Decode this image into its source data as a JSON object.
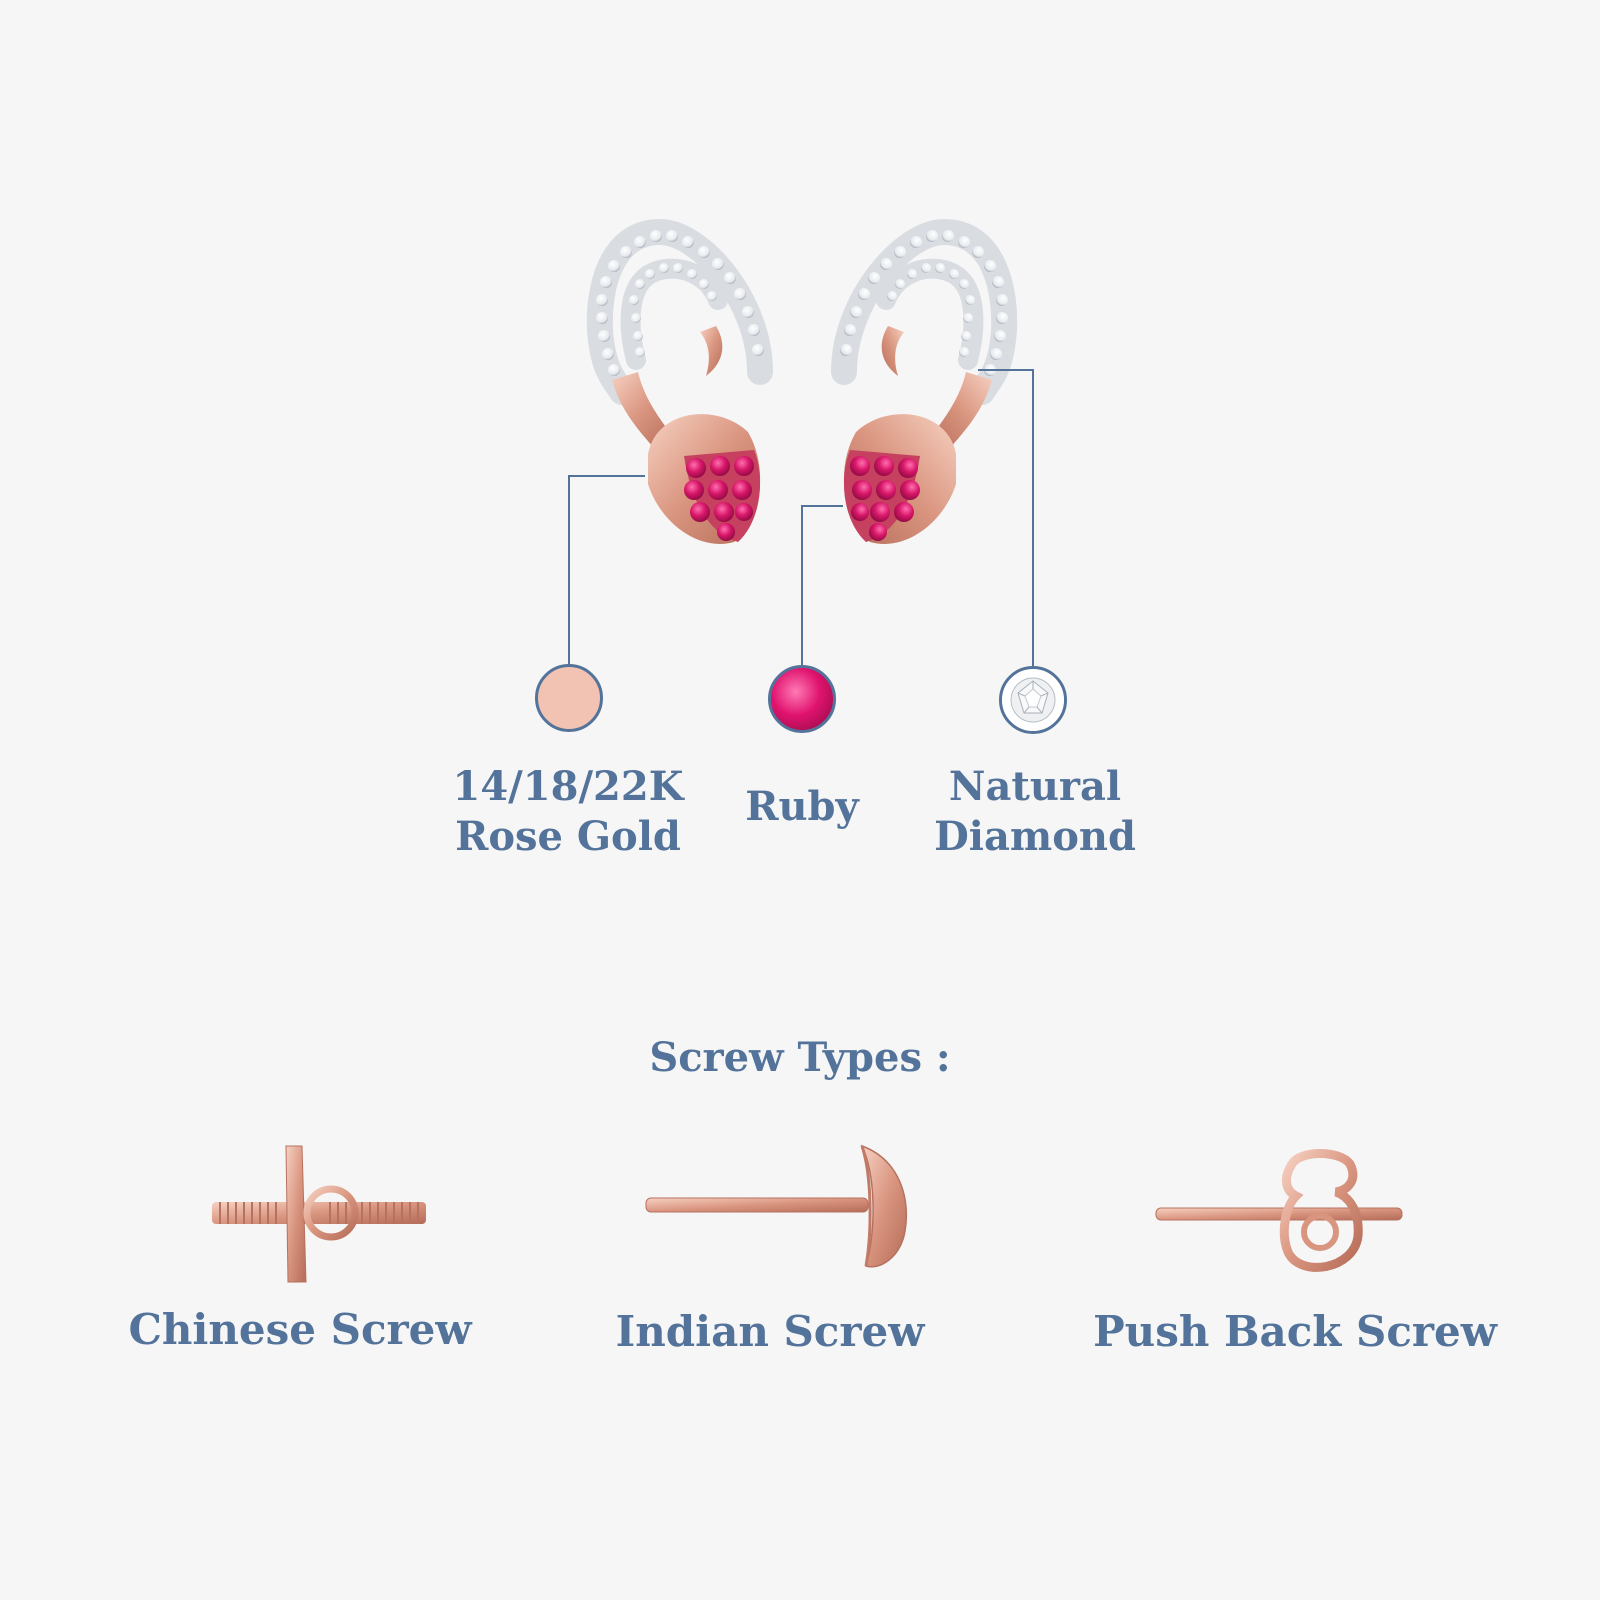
{
  "materials": {
    "gold": {
      "line1": "14/18/22K",
      "line2": "Rose Gold",
      "swatch_color": "#f2c3b2",
      "swatch_icon": "rose-gold-swatch-icon"
    },
    "ruby": {
      "label": "Ruby",
      "swatch_color": "#e0136f",
      "swatch_icon": "ruby-gem-icon"
    },
    "diamond": {
      "line1": "Natural",
      "line2": "Diamond",
      "swatch_color": "#ffffff",
      "swatch_icon": "diamond-gem-icon"
    }
  },
  "screws": {
    "title": "Screw Types :",
    "items": [
      {
        "name": "Chinese Screw",
        "icon": "chinese-screw-icon"
      },
      {
        "name": "Indian Screw",
        "icon": "indian-screw-icon"
      },
      {
        "name": "Push Back Screw",
        "icon": "push-back-screw-icon"
      }
    ]
  },
  "colors": {
    "text": "#53739a",
    "callout_line": "#53739a",
    "rose_gold": "#d9957f",
    "ruby": "#d81a6a",
    "background": "#f6f6f6"
  }
}
